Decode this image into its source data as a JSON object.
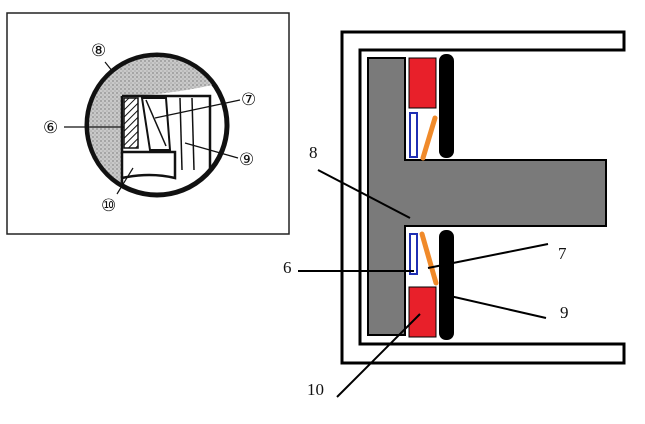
{
  "left_figure": {
    "callouts": {
      "c8": "⑧",
      "c6": "⑥",
      "c7": "⑦",
      "c9": "⑨",
      "c10": "⑩"
    }
  },
  "right_figure": {
    "labels": {
      "l8": "8",
      "l6": "6",
      "l7": "7",
      "l9": "9",
      "l10": "10"
    },
    "colors": {
      "shaft": "#7a7a7a",
      "seal_block": "#e8202a",
      "spring": "#f08a2a",
      "outline": "#000000",
      "insert_border": "#1f2fb3"
    }
  }
}
